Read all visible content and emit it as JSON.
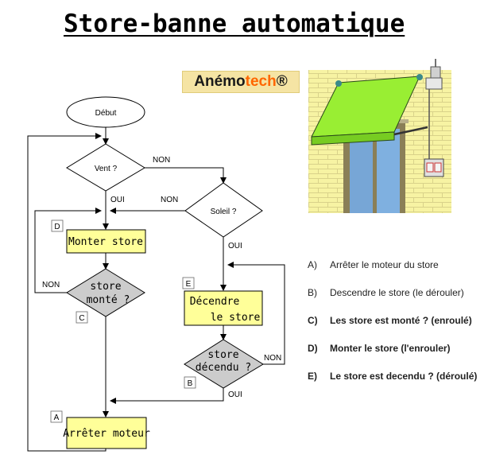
{
  "title": "Store-banne automatique",
  "brand": {
    "part1": "Anémo",
    "part2": "tech",
    "part3": "®"
  },
  "flow": {
    "start": "Début",
    "q_wind": "Vent ?",
    "q_sun": "Soleil ?",
    "box_raise": "Monter store",
    "q_raised_1": "store",
    "q_raised_2": "monté ?",
    "box_lower_1": "Décendre",
    "box_lower_2": "le store",
    "q_lowered_1": "store",
    "q_lowered_2": "décendu ?",
    "box_stop": "Arrêter moteur",
    "oui": "OUI",
    "non": "NON",
    "tag_a": "A",
    "tag_b": "B",
    "tag_c": "C",
    "tag_d": "D",
    "tag_e": "E"
  },
  "legend": [
    {
      "key": "A)",
      "text": "Arrêter le moteur du store",
      "bold": false
    },
    {
      "key": "B)",
      "text": "Descendre le store (le dérouler)",
      "bold": false
    },
    {
      "key": "C)",
      "text": "Les store est monté ? (enroulé)",
      "bold": true
    },
    {
      "key": "D)",
      "text": "Monter le store (l'enrouler)",
      "bold": true
    },
    {
      "key": "E)",
      "text": "Le store est decendu ? (déroulé)",
      "bold": true
    }
  ],
  "colors": {
    "box_fill": "#ffff99",
    "decision_grey": "#cccccc",
    "awning_green": "#99ee33",
    "wall": "#f7f3a3",
    "brand_bg": "#f5e4a4"
  }
}
